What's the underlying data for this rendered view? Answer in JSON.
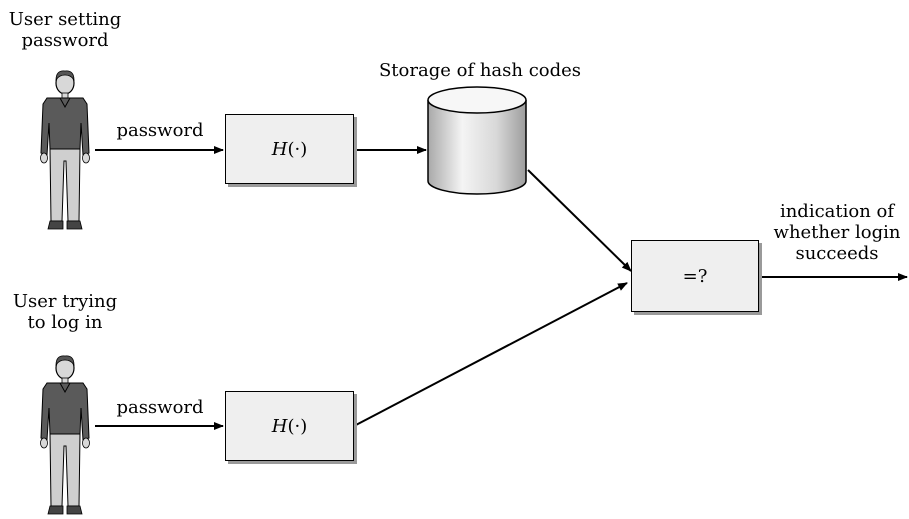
{
  "user_setting": {
    "line1": "User setting",
    "line2": "password"
  },
  "user_login": {
    "line1": "User trying",
    "line2": "to log in"
  },
  "top_arrow_label": "password",
  "bottom_arrow_label": "password",
  "hash_box_top": {
    "fn": "H",
    "arg": "(·)"
  },
  "hash_box_bottom": {
    "fn": "H",
    "arg": "(·)"
  },
  "storage_label": "Storage of hash codes",
  "compare_box": "=?",
  "output_label": {
    "line1": "indication of",
    "line2": "whether login",
    "line3": "succeeds"
  }
}
